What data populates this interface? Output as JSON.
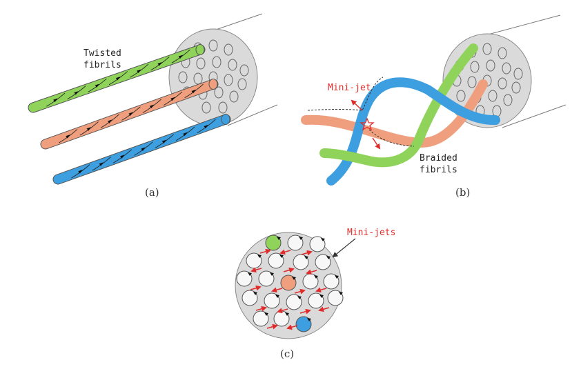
{
  "panels": {
    "a": {
      "caption": "(a)",
      "label": [
        "Twisted",
        "fibrils"
      ]
    },
    "b": {
      "caption": "(b)",
      "mini_jet_label": "Mini-jet",
      "label": [
        "Braided",
        "fibrils"
      ]
    },
    "c": {
      "caption": "(c)",
      "mini_jets_label": "Mini-jets"
    }
  },
  "colors": {
    "green": "#8fd35a",
    "orange": "#ef9f7d",
    "blue": "#3d9ee0",
    "tube_face": "#dadada",
    "tube_line": "#7a7a7a",
    "red": "#e02b2b",
    "black": "#111111"
  }
}
